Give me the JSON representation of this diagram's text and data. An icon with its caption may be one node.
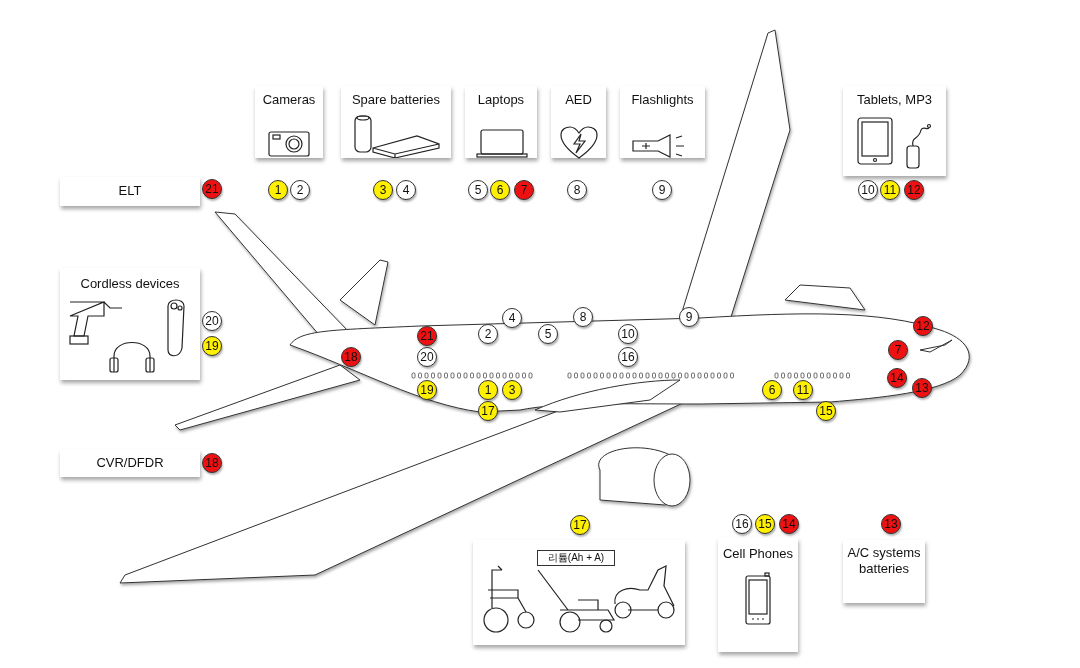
{
  "diagram": {
    "nodes": [
      {
        "text": [
          "Cameras"
        ],
        "beside": [
          "1",
          "2"
        ]
      },
      {
        "text": [
          "Spare batteries"
        ],
        "beside": [
          "3",
          "4"
        ]
      },
      {
        "text": [
          "Laptops"
        ],
        "beside": [
          "5",
          "6",
          "7"
        ]
      },
      {
        "text": [
          "AED"
        ],
        "beside": [
          "8"
        ]
      },
      {
        "text": [
          "Flashlights"
        ],
        "beside": [
          "9"
        ]
      },
      {
        "text": [
          "Tablets, MP3"
        ],
        "beside": [
          "10",
          "11",
          "12"
        ]
      },
      {
        "text": [
          "ELT"
        ],
        "beside": [
          "21"
        ]
      },
      {
        "text": [
          "Cordless devices"
        ],
        "beside": [
          "20",
          "19"
        ]
      },
      {
        "text": [
          "CVR/DFDR"
        ],
        "beside": [
          "18"
        ]
      },
      {
        "text": [
          "리튬(Ah + A)"
        ],
        "beside": [
          "17"
        ]
      },
      {
        "text": [
          "Cell Phones"
        ],
        "beside": [
          "16",
          "15",
          "14"
        ]
      },
      {
        "text": [
          "A/C systems batteries"
        ],
        "beside": [
          "13"
        ]
      }
    ],
    "labels": [
      "4",
      "8",
      "9",
      "12",
      "21",
      "2",
      "5",
      "10",
      "18",
      "20",
      "16",
      "7",
      "14",
      "19",
      "1",
      "3",
      "6",
      "11",
      "13",
      "17",
      "15"
    ]
  }
}
